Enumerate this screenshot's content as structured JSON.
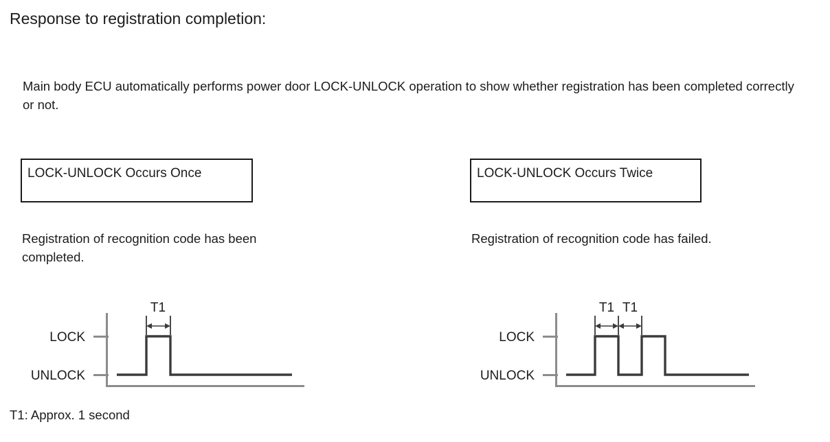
{
  "page": {
    "title": "Response to registration completion:",
    "intro": "Main body ECU automatically performs power door LOCK-UNLOCK operation to show whether registration has been completed correctly or not.",
    "footnote": "T1: Approx. 1 second"
  },
  "columns": {
    "left": {
      "callout": "LOCK-UNLOCK Occurs Once",
      "caption": "Registration of recognition code has been completed.",
      "state_labels": {
        "high": "LOCK",
        "low": "UNLOCK"
      },
      "dimension_labels": [
        "T1"
      ]
    },
    "right": {
      "callout": "LOCK-UNLOCK Occurs Twice",
      "caption": "Registration of recognition code has failed.",
      "state_labels": {
        "high": "LOCK",
        "low": "UNLOCK"
      },
      "dimension_labels": [
        "T1",
        "T1"
      ]
    }
  },
  "chart_data": [
    {
      "type": "line",
      "title": "LOCK-UNLOCK Occurs Once",
      "xlabel": "",
      "ylabel": "",
      "grid": false,
      "legend": "none",
      "y_tick_labels": [
        "LOCK",
        "UNLOCK"
      ],
      "y_levels": {
        "UNLOCK": 0,
        "LOCK": 1
      },
      "ylim": [
        0,
        1
      ],
      "x_unit": "T1",
      "annotations": [
        "T1"
      ],
      "x": [
        0.0,
        1.0,
        1.0,
        2.0,
        2.0,
        7.0
      ],
      "values": [
        0,
        0,
        1,
        1,
        0,
        0
      ],
      "pulses": [
        {
          "start": 1.0,
          "end": 2.0,
          "label": "T1",
          "level": "LOCK"
        }
      ]
    },
    {
      "type": "line",
      "title": "LOCK-UNLOCK Occurs Twice",
      "xlabel": "",
      "ylabel": "",
      "grid": false,
      "legend": "none",
      "y_tick_labels": [
        "LOCK",
        "UNLOCK"
      ],
      "y_levels": {
        "UNLOCK": 0,
        "LOCK": 1
      },
      "ylim": [
        0,
        1
      ],
      "x_unit": "T1",
      "annotations": [
        "T1",
        "T1"
      ],
      "x": [
        0.0,
        1.0,
        1.0,
        2.0,
        2.0,
        3.0,
        3.0,
        4.0,
        4.0,
        8.0
      ],
      "values": [
        0,
        0,
        1,
        1,
        0,
        0,
        1,
        1,
        0,
        0
      ],
      "pulses": [
        {
          "start": 1.0,
          "end": 2.0,
          "label": "T1",
          "level": "LOCK"
        },
        {
          "start": 3.0,
          "end": 4.0,
          "label": "T1",
          "level": "LOCK"
        }
      ]
    }
  ]
}
